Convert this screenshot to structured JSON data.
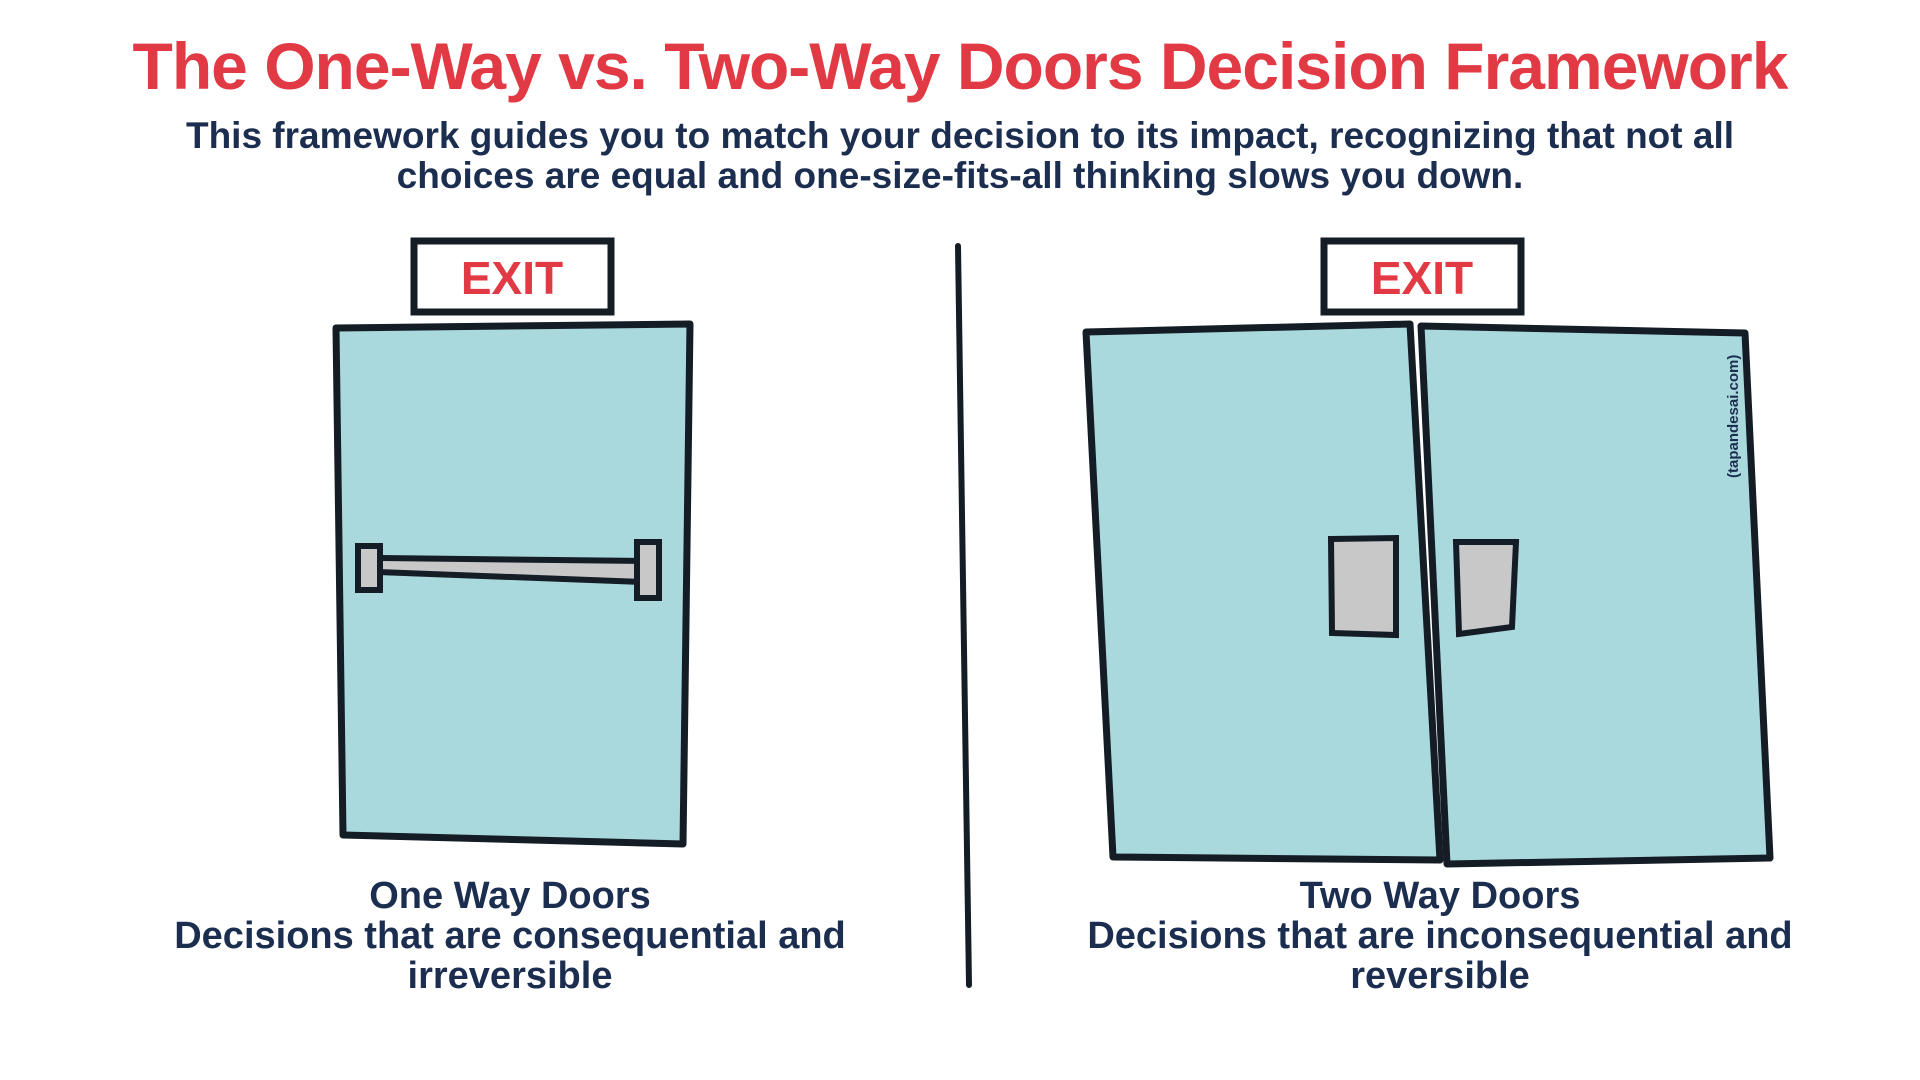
{
  "title": "The One-Way vs. Two-Way Doors Decision Framework",
  "subtitle": "This framework guides you to match your decision to its impact, recognizing that not all choices are equal and one-size-fits-all thinking slows you down.",
  "left": {
    "sign": "EXIT",
    "heading": "One Way Doors",
    "description": "Decisions that are consequential and irreversible"
  },
  "right": {
    "sign": "EXIT",
    "heading": "Two Way Doors",
    "description": "Decisions that are inconsequential and reversible"
  },
  "watermark": "(tapandesai.com)",
  "colors": {
    "title": "#e23a44",
    "text": "#1c2e4f",
    "door": "#a9d9dc",
    "handle": "#c8c8c8"
  }
}
